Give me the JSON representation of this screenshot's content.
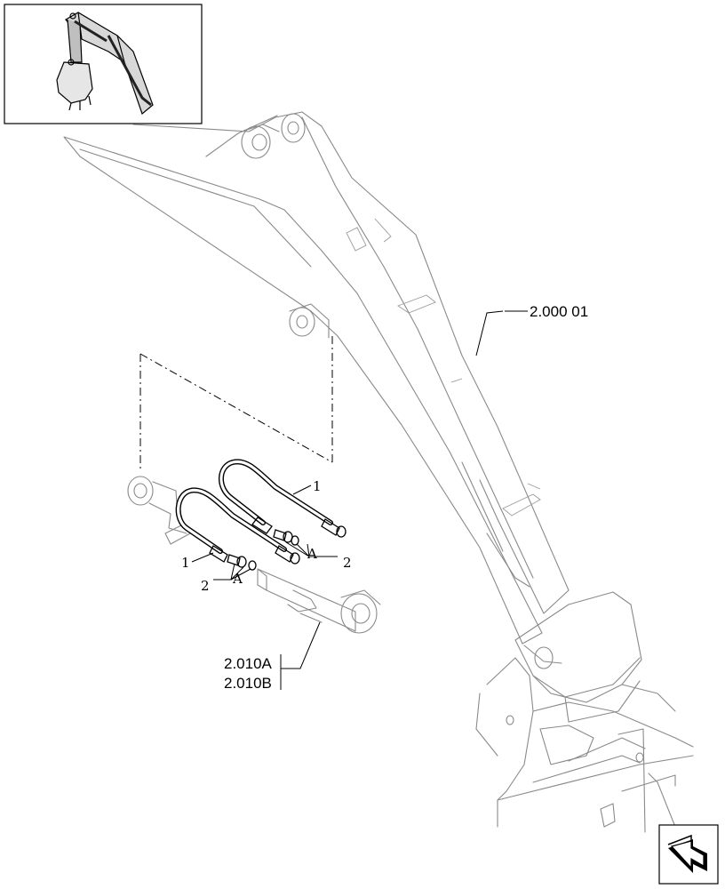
{
  "references": {
    "boom_ref": "2.000 01",
    "cylinder_ref_a": "2.010A",
    "cylinder_ref_b": "2.010B"
  },
  "callouts": {
    "hose_upper": "1",
    "hose_lower": "1",
    "fitting_upper": "2",
    "fitting_lower": "2",
    "group_upper": "A",
    "group_lower": "A"
  },
  "icons": {
    "thumbnail": "excavator-arm-thumbnail-icon",
    "nav": "return-arrow-icon"
  }
}
